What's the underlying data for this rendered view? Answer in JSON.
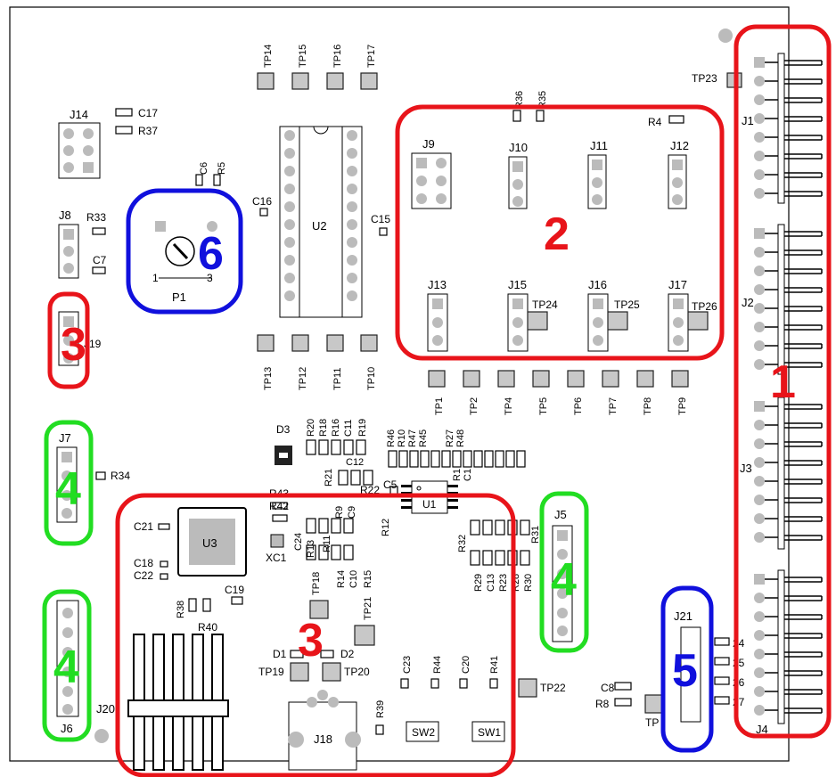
{
  "colors": {
    "red": "#e8141a",
    "green": "#22dd22",
    "blue": "#1010dd"
  },
  "callouts": [
    "1",
    "2",
    "3",
    "3",
    "4",
    "4",
    "4",
    "5",
    "6"
  ],
  "connectors": {
    "j1": "J1",
    "j2": "J2",
    "j3": "J3",
    "j4": "J4",
    "j5": "J5",
    "j6": "J6",
    "j7": "J7",
    "j8": "J8",
    "j9": "J9",
    "j10": "J10",
    "j11": "J11",
    "j12": "J12",
    "j13": "J13",
    "j14": "J14",
    "j15": "J15",
    "j16": "J16",
    "j17": "J17",
    "j18": "J18",
    "j19": "J19",
    "j20": "J20",
    "j21": "J21"
  },
  "test_points": {
    "tp1": "TP1",
    "tp2": "TP2",
    "tp4": "TP4",
    "tp5": "TP5",
    "tp6": "TP6",
    "tp7": "TP7",
    "tp8": "TP8",
    "tp9": "TP9",
    "tp10": "TP10",
    "tp11": "TP11",
    "tp12": "TP12",
    "tp13": "TP13",
    "tp14": "TP14",
    "tp15": "TP15",
    "tp16": "TP16",
    "tp17": "TP17",
    "tp18": "TP18",
    "tp19": "TP19",
    "tp20": "TP20",
    "tp21": "TP21",
    "tp22": "TP22",
    "tp23": "TP23",
    "tp24": "TP24",
    "tp25": "TP25",
    "tp26": "TP26",
    "tp_partial": "TP"
  },
  "chips": {
    "u1": "U1",
    "u2": "U2",
    "u3": "U3",
    "p1": "P1",
    "p1_pin1": "1",
    "p1_pin3": "3",
    "xc1": "XC1",
    "sw1": "SW1",
    "sw2": "SW2"
  },
  "parts": {
    "c5": "C5",
    "c6": "C6",
    "c7": "C7",
    "c8": "C8",
    "c15": "C15",
    "c16": "C16",
    "c17": "C17",
    "c18": "C18",
    "c19": "C19",
    "c21": "C21",
    "c22": "C22",
    "r4": "R4",
    "r5": "R5",
    "r8": "R8",
    "r22": "R22",
    "r31": "R31",
    "r32": "R32",
    "r33": "R33",
    "r34": "R34",
    "r35": "R35",
    "r36": "R36",
    "r37": "R37",
    "r38": "R38",
    "r39": "R39",
    "r40": "R40",
    "r43": "R43",
    "r42": "R42",
    "d1": "D1",
    "d2": "D2",
    "d3": "D3"
  },
  "vertical_parts": {
    "r20": "R20",
    "r18": "R18",
    "r16": "R16",
    "c11": "C11",
    "r19": "R19",
    "r21": "R21",
    "c12": "C12",
    "r46": "R46",
    "r10": "R10",
    "r47": "R47",
    "r45": "R45",
    "r27": "R27",
    "r48": "R48",
    "r1": "R1",
    "c1": "C1",
    "r9": "R9",
    "c9": "C9",
    "r12": "R12",
    "c24": "C24",
    "r13": "R13",
    "r11": "R11",
    "r14": "R14",
    "c10": "C10",
    "r15": "R15",
    "r29": "R29",
    "c13": "C13",
    "r23": "R23",
    "r28": "R28",
    "r30": "R30",
    "c23": "C23",
    "r44": "R44",
    "c20": "C20",
    "r41": "R41"
  },
  "j4_side": {
    "r24": "24",
    "r25": "25",
    "r26": "26",
    "r27b": "27"
  }
}
